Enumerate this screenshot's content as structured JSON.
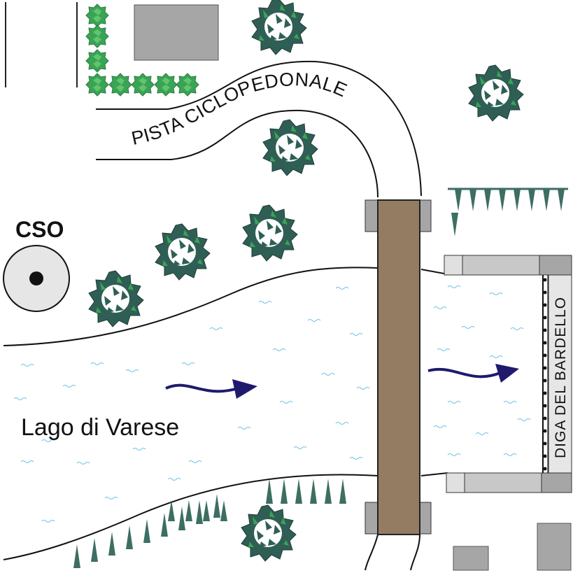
{
  "map": {
    "cycle_path_label": "PISTA CICLOPEDONALE",
    "lake_label": "Lago di Varese",
    "cso_label": "CSO",
    "dam_label": "DIGA DEL BARDELLO"
  },
  "colors": {
    "water_wave": "#6ec3e6",
    "bridge": "#937c62",
    "flow_arrow": "#1f1a6e",
    "tree_dark": "#2f5e55",
    "tree_light": "#3aa455",
    "hedge": "#3aa455",
    "reeds": "#3d6e63",
    "building": "#a6a6a6",
    "dam_wall": "#c8c8c8",
    "cso_fill": "#e6e6e6"
  },
  "icons": [
    "tree-icon",
    "hedge-icon",
    "reed-icon",
    "flow-arrow-icon",
    "cso-outfall-icon",
    "building-icon"
  ]
}
